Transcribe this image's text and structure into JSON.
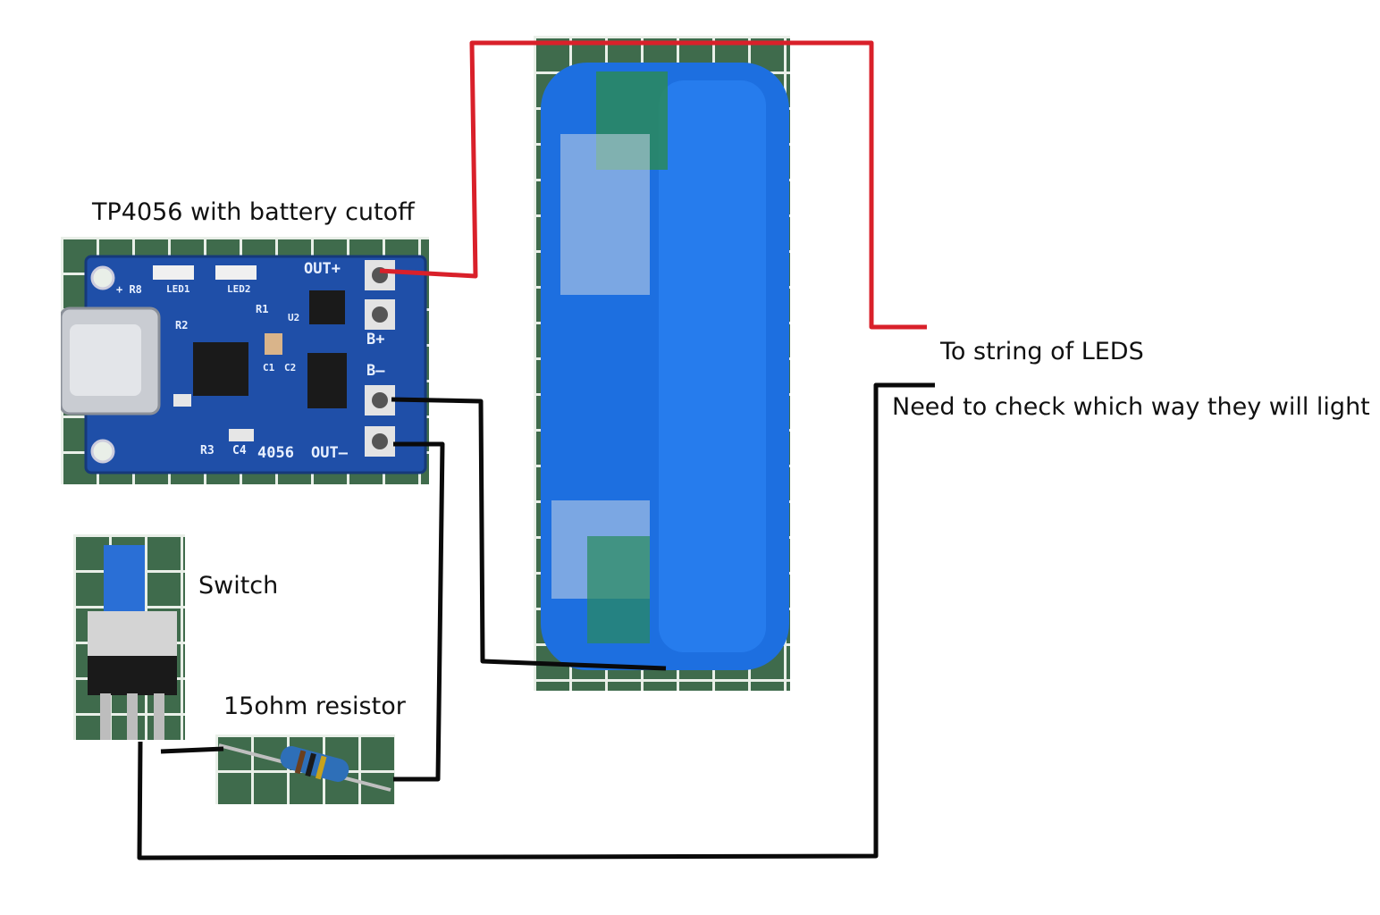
{
  "labels": {
    "board": "TP4056 with battery cutoff",
    "switch": "Switch",
    "resistor": "15ohm resistor",
    "leds": "To string of LEDS",
    "note": "Need to check which way they will light"
  },
  "board_markings": {
    "out_plus": "OUT+",
    "b_plus": "B+",
    "b_minus": "B–",
    "out_minus": "OUT–",
    "chip": "4056",
    "r8": "+ R8",
    "led1": "LED1",
    "led2": "LED2",
    "r1": "R1",
    "r2": "R2",
    "r3": "R3",
    "c4": "C4",
    "c1": "C1",
    "c2": "C2",
    "u2": "U2"
  },
  "colors": {
    "positive_wire": "#d9202a",
    "negative_wire": "#0a0a0a",
    "pcb": "#1f4fa8",
    "battery": "#1d6fe0",
    "mat": "#3f6b4c"
  }
}
